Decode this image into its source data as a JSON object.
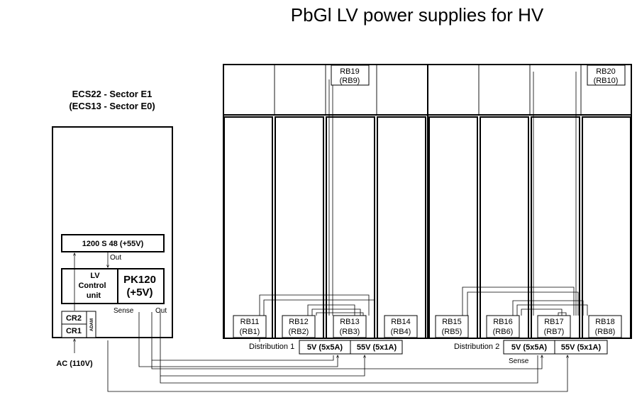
{
  "title": "PbGl LV power supplies for HV",
  "ecs": {
    "header_line1": "ECS22 - Sector E1",
    "header_line2": "(ECS13 - Sector E0)"
  },
  "psu": {
    "label": "1200 S 48   (+55V)",
    "out_label": "Out"
  },
  "lv_control": {
    "line1": "LV",
    "line2": "Control",
    "line3": "unit"
  },
  "pk120": {
    "line1": "PK120",
    "line2": "(+5V)",
    "sense_label": "Sense",
    "out_label": "Out"
  },
  "adam": {
    "cr2": "CR2",
    "cr1": "CR1",
    "module": "ADAM"
  },
  "ac_label": "AC (110V)",
  "rack_top_boxes": [
    {
      "line1": "RB19",
      "line2": "(RB9)"
    },
    {
      "line1": "RB20",
      "line2": "(RB10)"
    }
  ],
  "rack_boxes": [
    {
      "line1": "RB11",
      "line2": "(RB1)"
    },
    {
      "line1": "RB12",
      "line2": "(RB2)"
    },
    {
      "line1": "RB13",
      "line2": "(RB3)"
    },
    {
      "line1": "RB14",
      "line2": "(RB4)"
    },
    {
      "line1": "RB15",
      "line2": "(RB5)"
    },
    {
      "line1": "RB16",
      "line2": "(RB6)"
    },
    {
      "line1": "RB17",
      "line2": "(RB7)"
    },
    {
      "line1": "RB18",
      "line2": "(RB8)"
    }
  ],
  "distribution": [
    {
      "label": "Distribution 1",
      "v5": "5V (5x5A)",
      "v55": "55V (5x1A)"
    },
    {
      "label": "Distribution 2",
      "v5": "5V (5x5A)",
      "v55": "55V (5x1A)",
      "sense_label": "Sense"
    }
  ]
}
